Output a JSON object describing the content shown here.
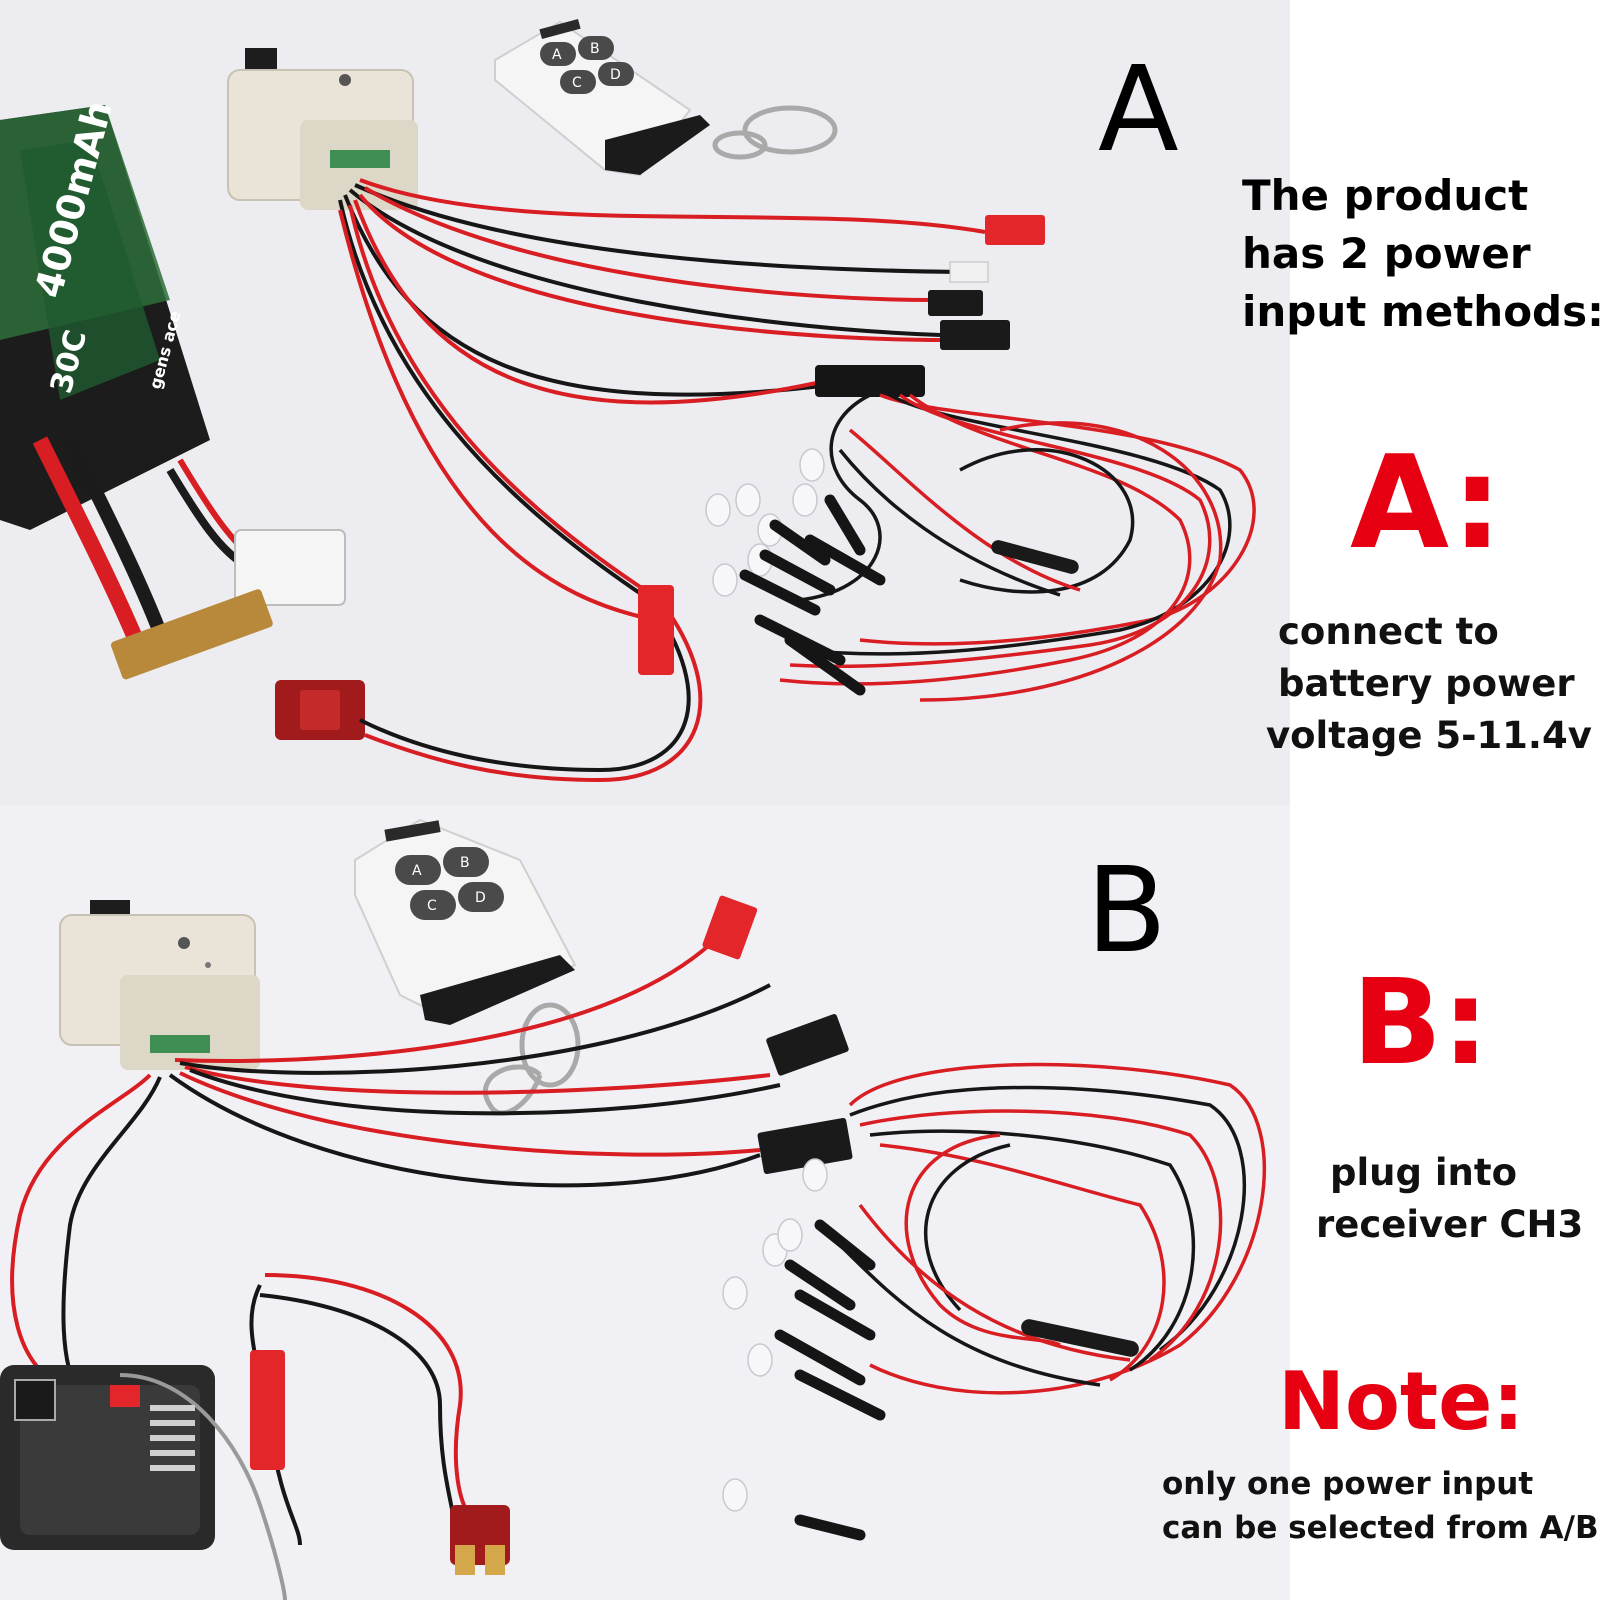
{
  "photo_a": {
    "label": "A",
    "battery": {
      "capacity_text": "4000mAh",
      "rating_text": "30C",
      "brand_text": "gens ace"
    },
    "remote_keys": [
      "A",
      "B",
      "C",
      "D"
    ]
  },
  "photo_b": {
    "label": "B",
    "remote_keys": [
      "A",
      "B",
      "C",
      "D"
    ]
  },
  "text": {
    "intro": [
      "The product",
      "has 2 power",
      "input methods:"
    ],
    "a_heading": "A:",
    "a_desc": [
      "connect to",
      "battery power",
      "voltage 5-11.4v"
    ],
    "b_heading": "B:",
    "b_desc": [
      "plug into",
      "receiver CH3"
    ],
    "note_heading": "Note:",
    "note_desc": [
      "only one power input",
      "can be selected from A/B"
    ]
  },
  "colors": {
    "accent_red": "#e60012",
    "wire_red": "#d81e22",
    "wire_black": "#161616",
    "background_photo": "#ececf1"
  }
}
